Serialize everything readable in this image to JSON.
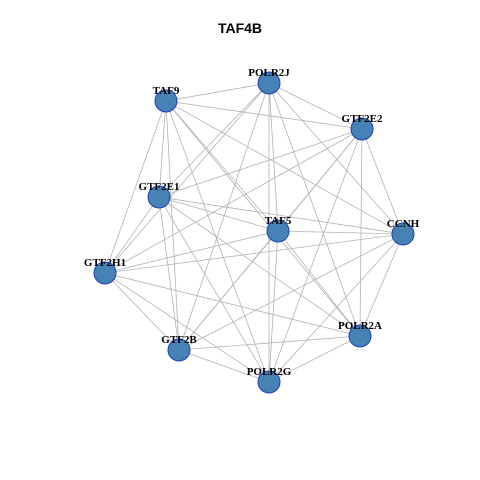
{
  "title": "TAF4B",
  "colors": {
    "node_fill": "#4682b4",
    "node_stroke": "#1f3fbf",
    "edge": "#b3b3b3"
  },
  "nodes": [
    {
      "id": "POLR2J",
      "label": "POLR2J"
    },
    {
      "id": "TAF9",
      "label": "TAF9"
    },
    {
      "id": "GTF2E2",
      "label": "GTF2E2"
    },
    {
      "id": "GTF2E1",
      "label": "GTF2E1"
    },
    {
      "id": "TAF5",
      "label": "TAF5"
    },
    {
      "id": "CCNH",
      "label": "CCNH"
    },
    {
      "id": "GTF2H1",
      "label": "GTF2H1"
    },
    {
      "id": "POLR2A",
      "label": "POLR2A"
    },
    {
      "id": "GTF2B",
      "label": "GTF2B"
    },
    {
      "id": "POLR2G",
      "label": "POLR2G"
    }
  ],
  "edges": [
    [
      "POLR2J",
      "TAF9"
    ],
    [
      "POLR2J",
      "GTF2E2"
    ],
    [
      "POLR2J",
      "GTF2E1"
    ],
    [
      "POLR2J",
      "TAF5"
    ],
    [
      "POLR2J",
      "CCNH"
    ],
    [
      "POLR2J",
      "GTF2H1"
    ],
    [
      "POLR2J",
      "POLR2A"
    ],
    [
      "POLR2J",
      "GTF2B"
    ],
    [
      "POLR2J",
      "POLR2G"
    ],
    [
      "TAF9",
      "GTF2E2"
    ],
    [
      "TAF9",
      "GTF2E1"
    ],
    [
      "TAF9",
      "TAF5"
    ],
    [
      "TAF9",
      "CCNH"
    ],
    [
      "TAF9",
      "GTF2H1"
    ],
    [
      "TAF9",
      "POLR2A"
    ],
    [
      "TAF9",
      "GTF2B"
    ],
    [
      "TAF9",
      "POLR2G"
    ],
    [
      "GTF2E2",
      "GTF2E1"
    ],
    [
      "GTF2E2",
      "TAF5"
    ],
    [
      "GTF2E2",
      "CCNH"
    ],
    [
      "GTF2E2",
      "GTF2H1"
    ],
    [
      "GTF2E2",
      "POLR2A"
    ],
    [
      "GTF2E2",
      "GTF2B"
    ],
    [
      "GTF2E2",
      "POLR2G"
    ],
    [
      "GTF2E1",
      "TAF5"
    ],
    [
      "GTF2E1",
      "CCNH"
    ],
    [
      "GTF2E1",
      "GTF2H1"
    ],
    [
      "GTF2E1",
      "POLR2A"
    ],
    [
      "GTF2E1",
      "GTF2B"
    ],
    [
      "GTF2E1",
      "POLR2G"
    ],
    [
      "TAF5",
      "CCNH"
    ],
    [
      "TAF5",
      "GTF2H1"
    ],
    [
      "TAF5",
      "POLR2A"
    ],
    [
      "TAF5",
      "GTF2B"
    ],
    [
      "TAF5",
      "POLR2G"
    ],
    [
      "CCNH",
      "GTF2H1"
    ],
    [
      "CCNH",
      "POLR2A"
    ],
    [
      "CCNH",
      "GTF2B"
    ],
    [
      "CCNH",
      "POLR2G"
    ],
    [
      "GTF2H1",
      "POLR2A"
    ],
    [
      "GTF2H1",
      "GTF2B"
    ],
    [
      "GTF2H1",
      "POLR2G"
    ],
    [
      "POLR2A",
      "GTF2B"
    ],
    [
      "POLR2A",
      "POLR2G"
    ],
    [
      "GTF2B",
      "POLR2G"
    ]
  ]
}
